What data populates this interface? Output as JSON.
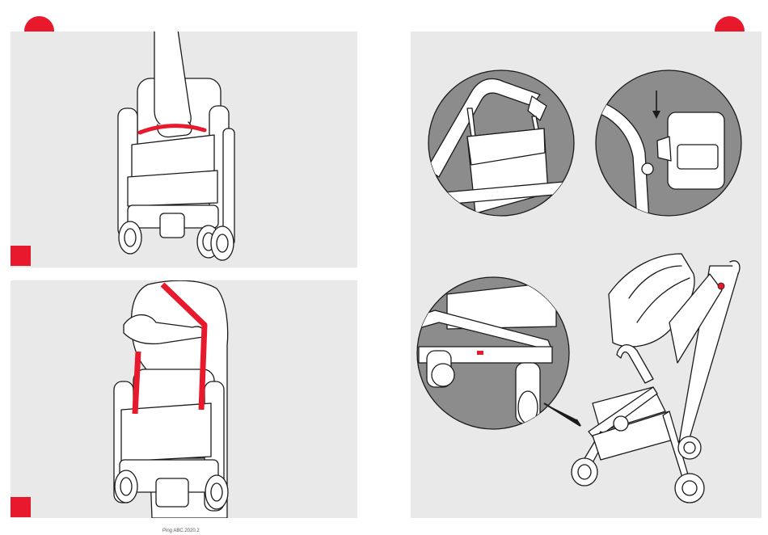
{
  "footer": {
    "text": "Ping ABC.2020.2"
  },
  "colors": {
    "accent": "#e8192c",
    "panel_background": "#e9e9e9",
    "detail_circle": "#8c8c8c",
    "line": "#1a1a1a",
    "fill": "#ffffff"
  },
  "icons": {
    "step_marker": "red-circle-marker",
    "section_marker": "red-square-marker",
    "direction": "arrow-down-icon"
  }
}
